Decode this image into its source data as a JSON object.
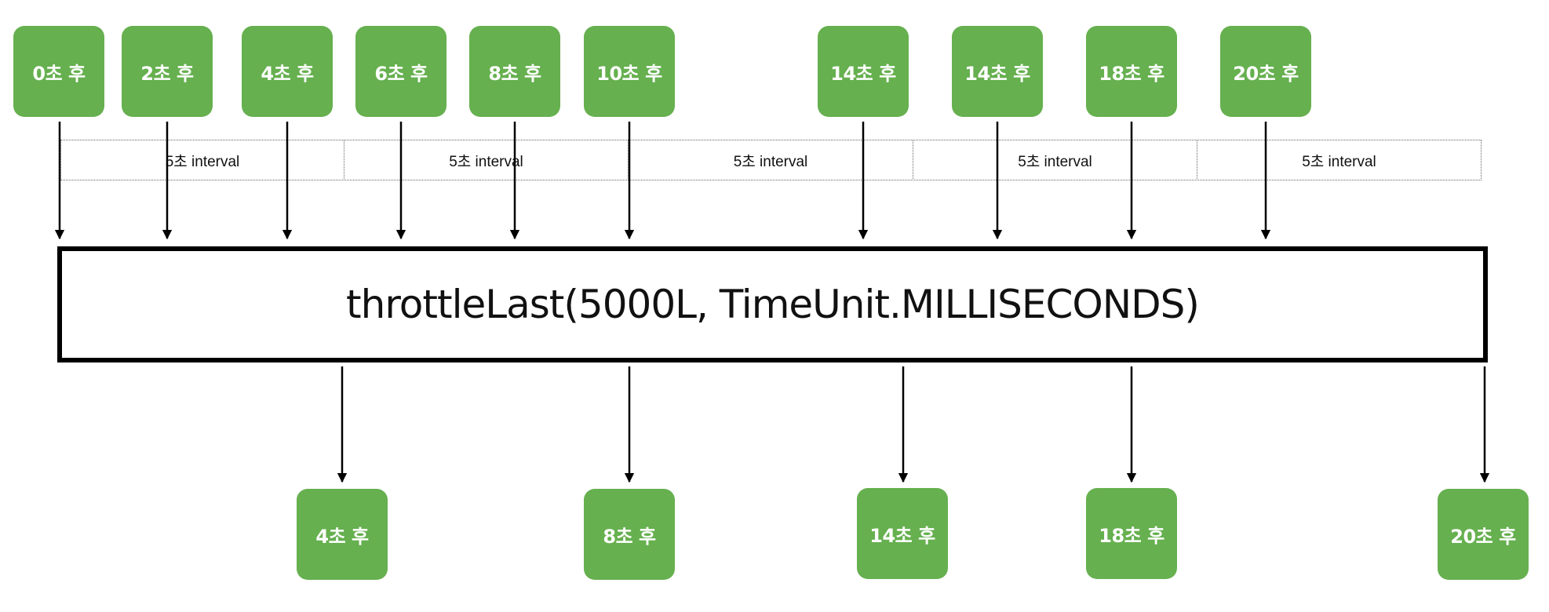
{
  "colors": {
    "box_fill": "#66b04f",
    "arrow": "#000000",
    "operator_border": "#000000"
  },
  "operator": {
    "label": "throttleLast(5000L, TimeUnit.MILLISECONDS)"
  },
  "input_events": [
    {
      "label": "0초 후"
    },
    {
      "label": "2초 후"
    },
    {
      "label": "4초 후"
    },
    {
      "label": "6초 후"
    },
    {
      "label": "8초 후"
    },
    {
      "label": "10초 후"
    },
    {
      "label": "14초 후"
    },
    {
      "label": "14초 후"
    },
    {
      "label": "18초 후"
    },
    {
      "label": "20초 후"
    }
  ],
  "intervals": [
    {
      "label": "5초 interval"
    },
    {
      "label": "5초 interval"
    },
    {
      "label": "5초 interval"
    },
    {
      "label": "5초 interval"
    },
    {
      "label": "5초 interval"
    }
  ],
  "output_events": [
    {
      "label": "4초 후"
    },
    {
      "label": "8초 후"
    },
    {
      "label": "14초 후"
    },
    {
      "label": "18초 후"
    },
    {
      "label": "20초 후"
    }
  ]
}
